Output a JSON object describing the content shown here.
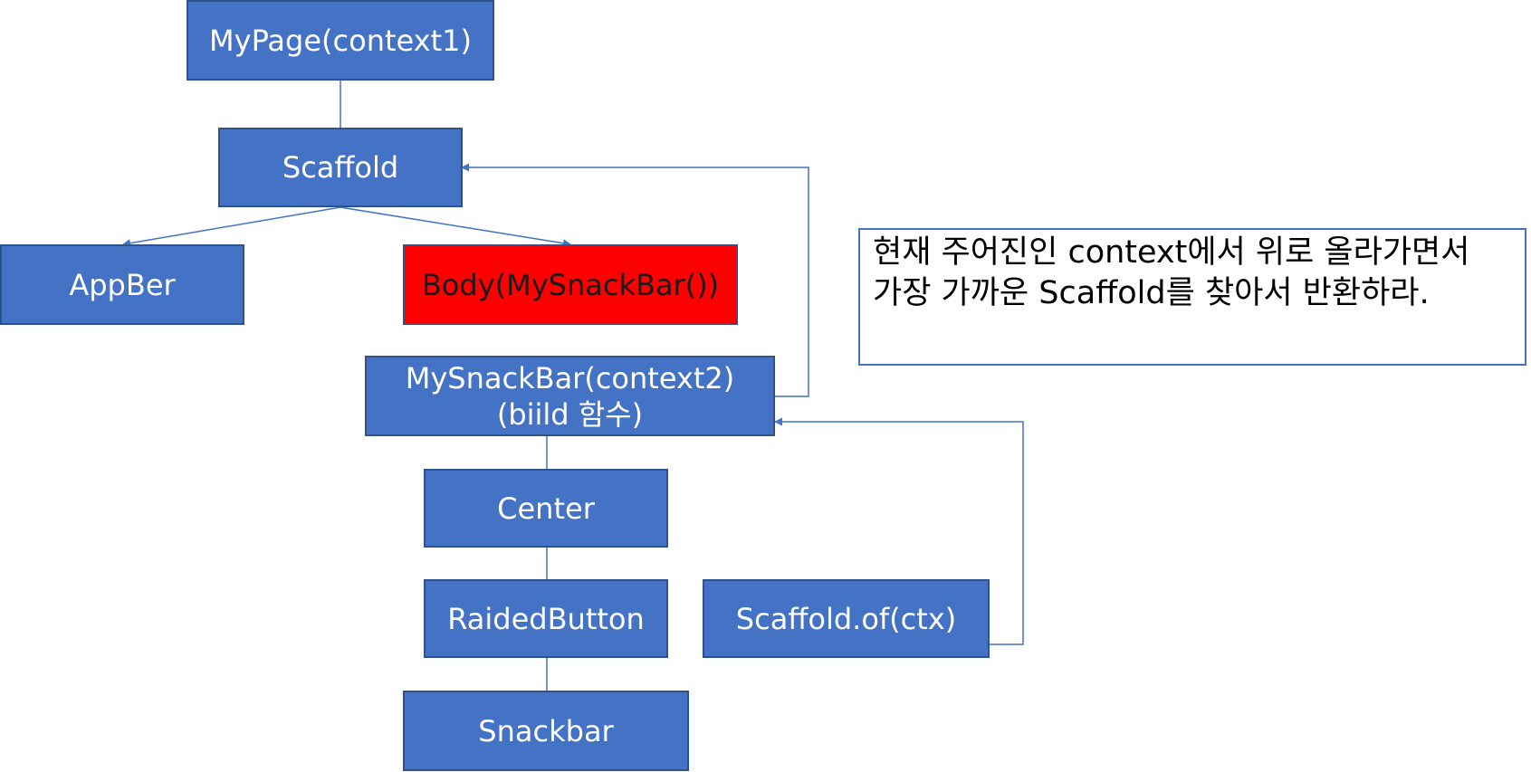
{
  "nodes": {
    "mypage": "MyPage(context1)",
    "scaffold": "Scaffold",
    "appbar": "AppBer",
    "body": "Body(MySnackBar())",
    "mysnackbar_line1": "MySnackBar(context2)",
    "mysnackbar_line2": "(biild 함수)",
    "center": "Center",
    "raised_button": "RaidedButton",
    "snackbar": "Snackbar",
    "scaffold_of": "Scaffold.of(ctx)"
  },
  "note": {
    "text": "현재 주어진인 context에서 위로 올라가면서 가장 가까운 Scaffold를 찾아서 반환하라."
  },
  "colors": {
    "node_fill": "#4472c4",
    "node_border": "#2f528f",
    "highlight_fill": "#ff0000",
    "connector": "#4472c4"
  }
}
